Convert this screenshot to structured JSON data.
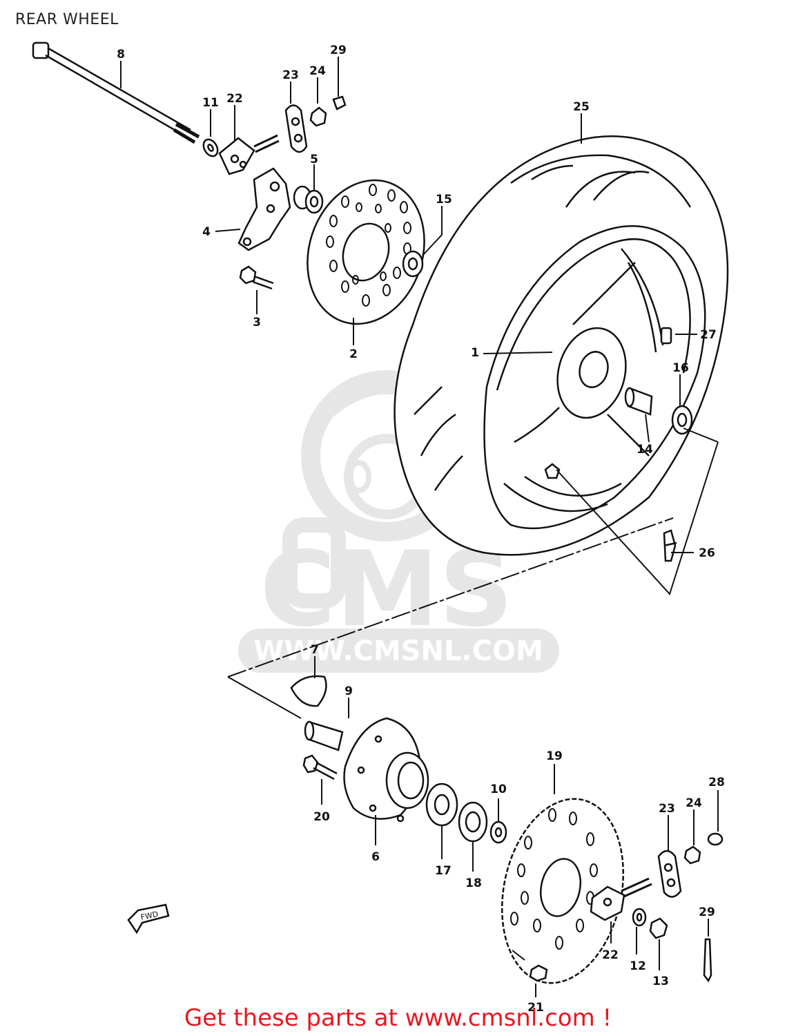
{
  "page": {
    "title": "REAR WHEEL",
    "footer_link": "Get these parts at www.cmsnl.com !"
  },
  "watermark": {
    "brand": "CMS",
    "url": "WWW.CMSNL.COM"
  },
  "fwd_marker": "FWD",
  "colors": {
    "line": "#111111",
    "footer_link": "#e8171f",
    "watermark": "#e6e6e6"
  },
  "callouts": [
    {
      "id": "c8",
      "text": "8"
    },
    {
      "id": "c29a",
      "text": "29"
    },
    {
      "id": "c23a",
      "text": "23"
    },
    {
      "id": "c24a",
      "text": "24"
    },
    {
      "id": "c11",
      "text": "11"
    },
    {
      "id": "c22a",
      "text": "22"
    },
    {
      "id": "c5",
      "text": "5"
    },
    {
      "id": "c25",
      "text": "25"
    },
    {
      "id": "c15",
      "text": "15"
    },
    {
      "id": "c4",
      "text": "4"
    },
    {
      "id": "c3",
      "text": "3"
    },
    {
      "id": "c2",
      "text": "2"
    },
    {
      "id": "c1",
      "text": "1"
    },
    {
      "id": "c27",
      "text": "27"
    },
    {
      "id": "c16",
      "text": "16"
    },
    {
      "id": "c14",
      "text": "14"
    },
    {
      "id": "c26",
      "text": "26"
    },
    {
      "id": "c7",
      "text": "7"
    },
    {
      "id": "c9",
      "text": "9"
    },
    {
      "id": "c19",
      "text": "19"
    },
    {
      "id": "c10",
      "text": "10"
    },
    {
      "id": "c28",
      "text": "28"
    },
    {
      "id": "c20",
      "text": "20"
    },
    {
      "id": "c23b",
      "text": "23"
    },
    {
      "id": "c24b",
      "text": "24"
    },
    {
      "id": "c6",
      "text": "6"
    },
    {
      "id": "c17",
      "text": "17"
    },
    {
      "id": "c18",
      "text": "18"
    },
    {
      "id": "c29b",
      "text": "29"
    },
    {
      "id": "c22b",
      "text": "22"
    },
    {
      "id": "c12",
      "text": "12"
    },
    {
      "id": "c13",
      "text": "13"
    },
    {
      "id": "c21",
      "text": "21"
    }
  ]
}
